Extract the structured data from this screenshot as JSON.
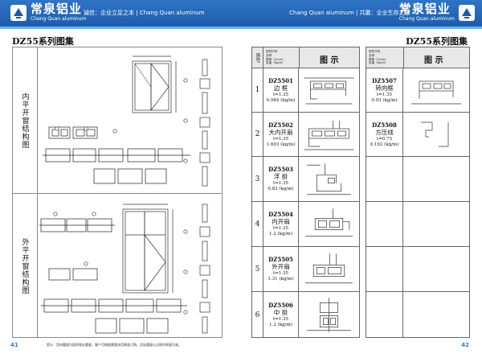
{
  "header": {
    "brand_cn": "常泉铝业",
    "brand_en": "Chang Quan aluminum",
    "slogan_left": "诚信：企业立足之本 | Chang Quan aluminum",
    "slogan_right": "Chang Quan aluminum | 共赢：企业生存之道",
    "colors": {
      "band": "#1c5aa8",
      "accent": "#6fb1ec"
    }
  },
  "left_page": {
    "title": "DZ55系列图集",
    "section_1": "内平开窗结构图",
    "section_2": "外平开窗结构图",
    "page_number": "41",
    "footnote": "提示：型材重量为面积理论重量，客户可根据需要选用厚度订购，实际重量以过磅时称量为准。"
  },
  "right_page": {
    "title": "DZ55系列图集",
    "page_number": "42",
    "header": {
      "no": "序号",
      "spec_lines": [
        "型材代号",
        "名称",
        "壁厚（1mm）",
        "米重（Kg/m）"
      ],
      "figure": "图  示"
    },
    "table_a": [
      {
        "no": "1",
        "code": "DZ5501",
        "name": "边 框",
        "thickness": "t=1.35",
        "weight": "0.984 (kg/m)"
      },
      {
        "no": "2",
        "code": "DZ5502",
        "name": "大内开扇",
        "thickness": "t=1.35",
        "weight": "1.603 (kg/m)"
      },
      {
        "no": "3",
        "code": "DZ5503",
        "name": "浮 挺",
        "thickness": "t=1.35",
        "weight": "0.83 (kg/m)"
      },
      {
        "no": "4",
        "code": "DZ5504",
        "name": "内开扇",
        "thickness": "t=1.35",
        "weight": "1.2 (kg/m)"
      },
      {
        "no": "5",
        "code": "DZ5505",
        "name": "外开扇",
        "thickness": "t=1.35",
        "weight": "1.31 (kg/m)"
      },
      {
        "no": "6",
        "code": "DZ5506",
        "name": "中 挺",
        "thickness": "t=1.35",
        "weight": "1.2 (kg/m)"
      }
    ],
    "table_b": [
      {
        "code": "DZ5507",
        "name": "转向框",
        "thickness": "t=1.35",
        "weight": "0.93 (kg/m)"
      },
      {
        "code": "DZ5508",
        "name": "方压线",
        "thickness": "t=0.75",
        "weight": "0.192 (kg/m)"
      }
    ]
  }
}
